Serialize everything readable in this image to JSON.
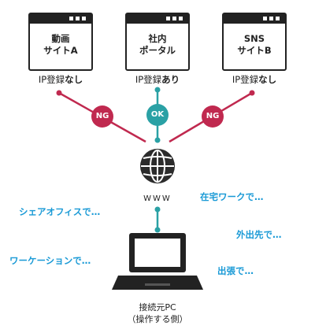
{
  "sites": [
    {
      "title": "動画\nサイトA",
      "ip_prefix": "IP登録",
      "ip_emphasis": "なし"
    },
    {
      "title": "社内\nポータル",
      "ip_prefix": "IP登録",
      "ip_emphasis": "あり"
    },
    {
      "title": "SNS\nサイトB",
      "ip_prefix": "IP登録",
      "ip_emphasis": "なし"
    }
  ],
  "badges": {
    "left": "NG",
    "center": "OK",
    "right": "NG"
  },
  "internet_label": "WWW",
  "locations": {
    "share_office": "シェアオフィスで…",
    "remote_work": "在宅ワークで…",
    "outing": "外出先で…",
    "workation": "ワーケーションで…",
    "business_trip": "出張で…"
  },
  "client": {
    "line1": "接続元PC",
    "line2": "（操作する側）"
  },
  "colors": {
    "ng": "#c0294f",
    "ok": "#2aa1a5",
    "accent": "#1a9ad6",
    "ink": "#222222"
  }
}
